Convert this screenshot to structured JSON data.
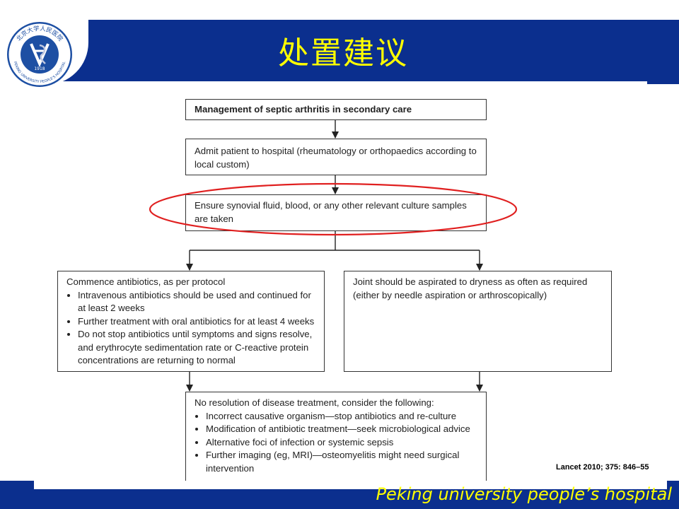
{
  "header": {
    "title": "处置建议",
    "logo": {
      "text_top": "北京大学人民医院",
      "text_bottom": "PEKING UNIVERSITY PEOPLE'S HOSPITAL",
      "year": "1918",
      "icon": "hospital-seal-icon"
    }
  },
  "flowchart": {
    "box1": "Management of septic arthritis in secondary care",
    "box2": "Admit patient to hospital (rheumatology or orthopaedics according to local custom)",
    "box3": "Ensure synovial fluid, blood, or any other relevant culture samples are taken",
    "box4": {
      "lead": "Commence antibiotics, as per protocol",
      "items": [
        "Intravenous antibiotics should be used and continued for at least 2 weeks",
        "Further treatment with oral antibiotics for at least 4 weeks",
        "Do not stop antibiotics until symptoms and signs resolve, and erythrocyte sedimentation rate or C-reactive protein concentrations are returning to normal"
      ]
    },
    "box5": "Joint should be aspirated to dryness as often as required (either by needle aspiration or arthroscopically)",
    "box6": {
      "lead": "No resolution of disease treatment, consider the following:",
      "items": [
        "Incorrect causative organism—stop antibiotics and re-culture",
        "Modification of antibiotic treatment—seek microbiological advice",
        "Alternative foci of infection or systemic sepsis",
        "Further imaging (eg, MRI)—osteomyelitis might need surgical intervention"
      ]
    }
  },
  "citation": "Lancet 2010; 375: 846–55",
  "footer": {
    "text": "Peking university people’s hospital"
  },
  "colors": {
    "band": "#0b2f8e",
    "title": "#ffff00",
    "highlight_ellipse": "#e02020"
  }
}
